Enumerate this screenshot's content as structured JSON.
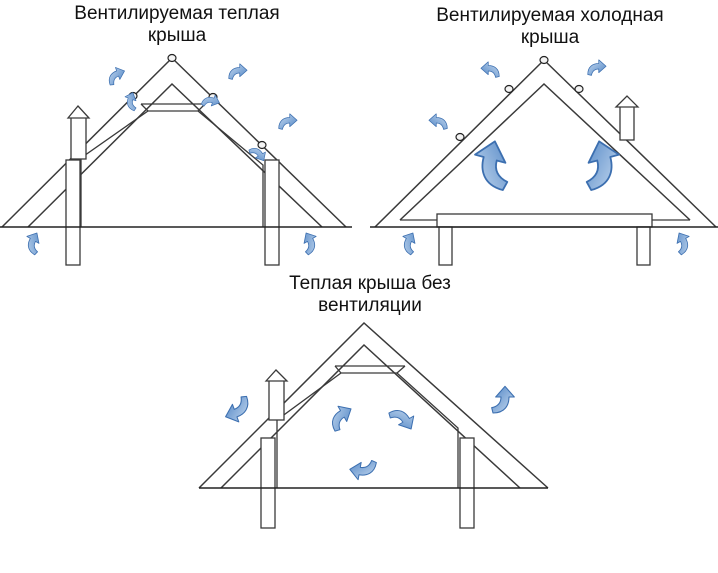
{
  "captions": {
    "warm_ventilated": [
      "Вентилируемая теплая",
      "крыша"
    ],
    "cold_ventilated": [
      "Вентилируемая холодная",
      "крыша"
    ],
    "warm_unventilated": [
      "Теплая крыша без",
      "вентиляции"
    ]
  },
  "colors": {
    "arrow_fill": "#6f99cf",
    "arrow_light": "#c9dcf1",
    "arrow_outline": "#3c6fb0",
    "line": "#3a3a3a"
  },
  "icons": {
    "air_flow": "curved-arrow-icon",
    "vent": "ridge-vent-icon",
    "chimney": "chimney-icon"
  }
}
